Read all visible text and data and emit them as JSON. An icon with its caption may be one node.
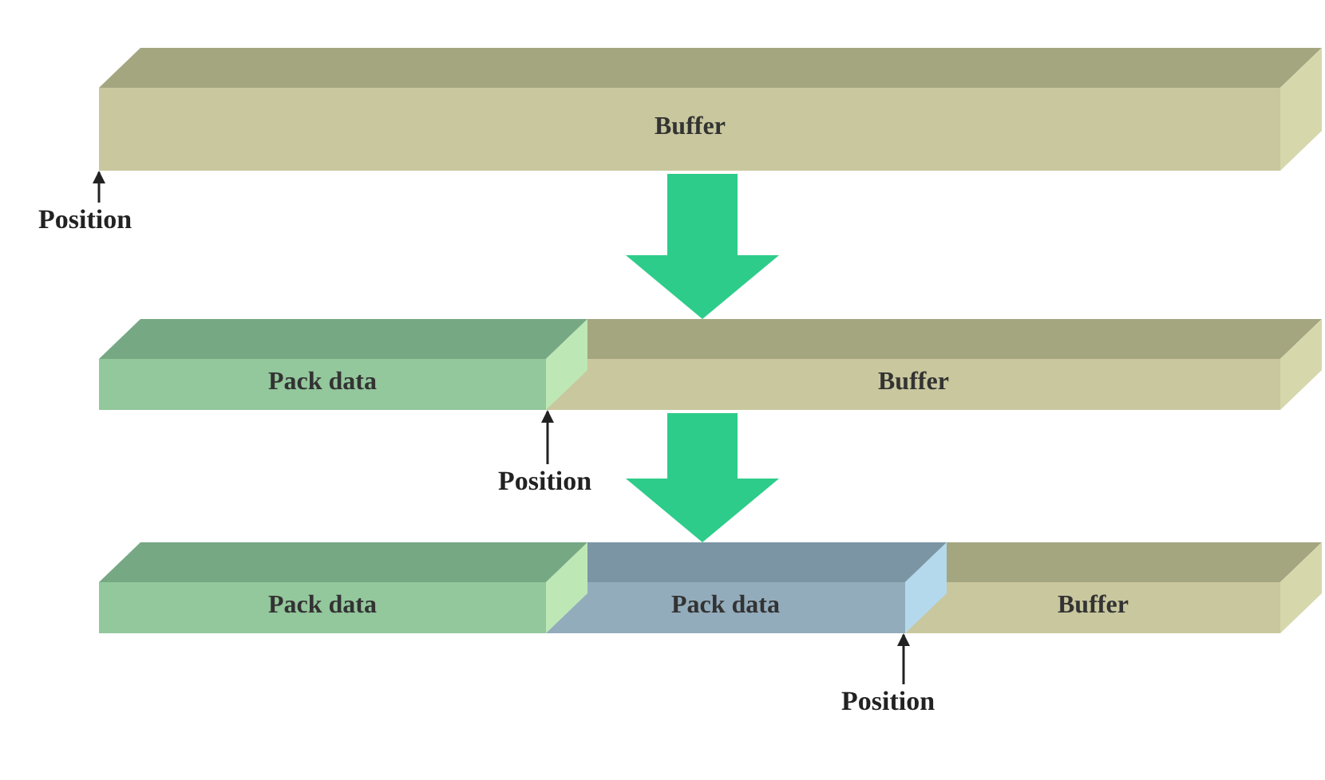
{
  "diagram": {
    "nodes": [
      {
        "text": [
          "Buffer"
        ]
      },
      {
        "text": [
          "Position"
        ]
      },
      {
        "text": [
          "Pack data"
        ]
      },
      {
        "text": [
          "Buffer"
        ]
      },
      {
        "text": [
          "Position"
        ]
      },
      {
        "text": [
          "Pack data"
        ]
      },
      {
        "text": [
          "Pack data"
        ]
      },
      {
        "text": [
          "Buffer"
        ]
      },
      {
        "text": [
          "Position"
        ]
      }
    ],
    "edges": [
      {
        "from": 1,
        "to": 0,
        "arrow": "to"
      },
      {
        "from": 0,
        "to": 3,
        "arrow": "to",
        "style": "thick",
        "color": "#2ecc8a"
      },
      {
        "from": 4,
        "to": 2,
        "arrow": "to"
      },
      {
        "from": 3,
        "to": 6,
        "arrow": "to",
        "style": "thick",
        "color": "#2ecc8a"
      },
      {
        "from": 8,
        "to": 6,
        "arrow": "to"
      }
    ]
  }
}
